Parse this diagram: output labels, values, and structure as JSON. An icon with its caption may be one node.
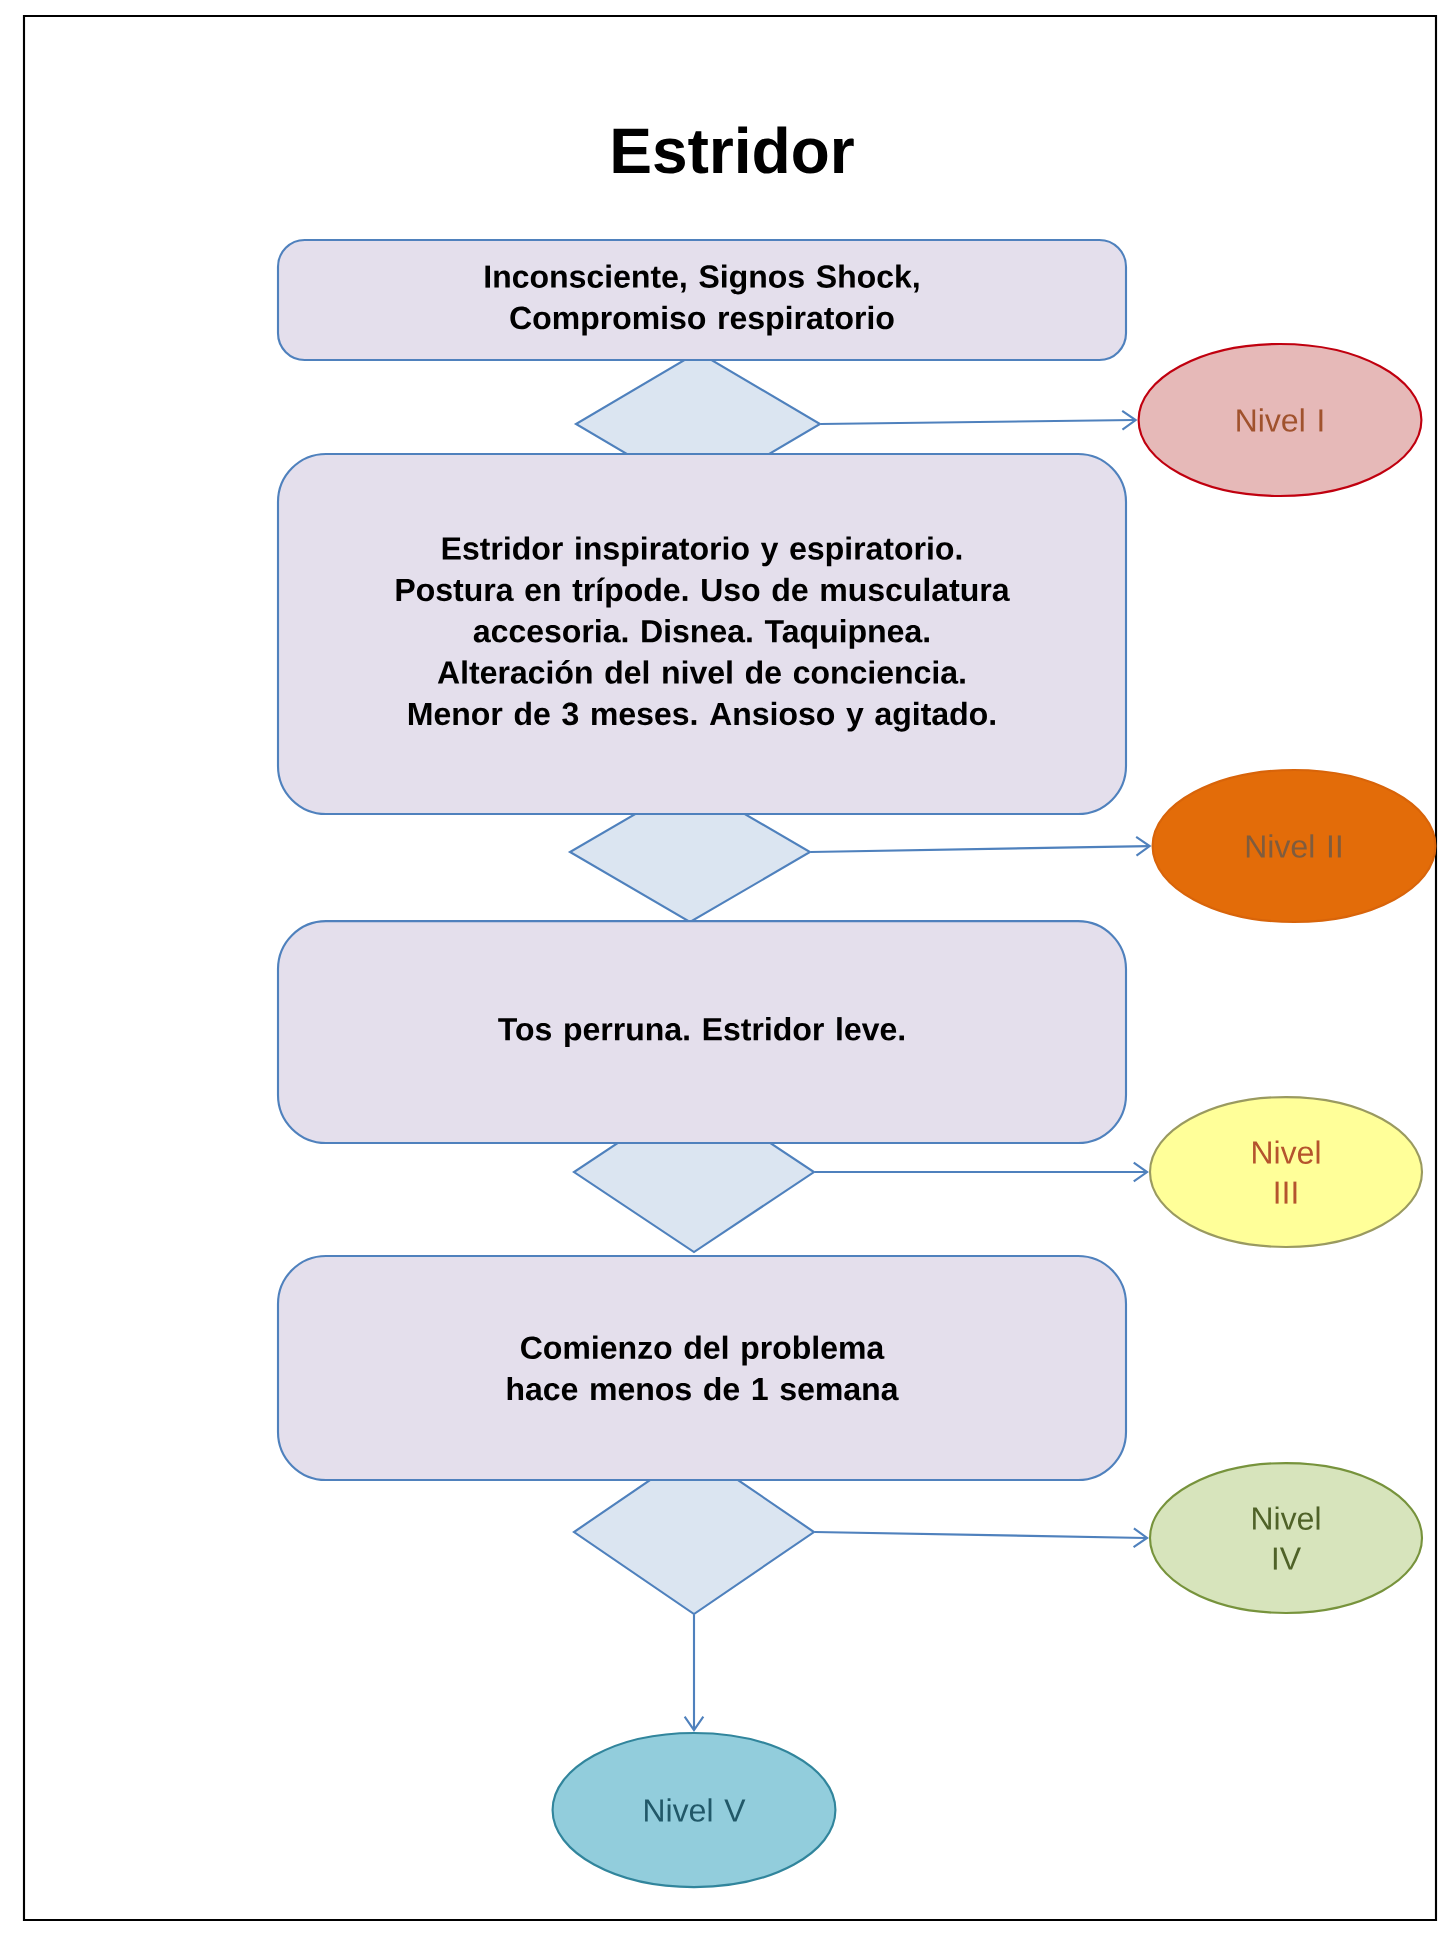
{
  "diagram": {
    "title": "Estridor",
    "nodes": [
      {
        "text": [
          "Inconsciente, Signos Shock, Compromiso respiratorio"
        ]
      },
      {
        "text": [],
        "shape": "diamond"
      },
      {
        "text": [
          "Nivel I"
        ]
      },
      {
        "text": [
          "Estridor inspiratorio y espiratorio. Postura en trípode. Uso de musculatura accesoria. Disnea. Taquipnea. Alteración del nivel de conciencia. Menor de 3 meses. Ansioso y agitado."
        ]
      },
      {
        "text": [],
        "shape": "diamond"
      },
      {
        "text": [
          "Nivel II"
        ]
      },
      {
        "text": [
          "Tos perruna. Estridor leve."
        ]
      },
      {
        "text": [],
        "shape": "diamond"
      },
      {
        "text": [
          "Nivel III"
        ]
      },
      {
        "text": [
          "Comienzo del problema hace menos de 1 semana"
        ]
      },
      {
        "text": [],
        "shape": "diamond"
      },
      {
        "text": [
          "Nivel IV"
        ]
      },
      {
        "text": [
          "Nivel V"
        ]
      }
    ],
    "edges": [
      {
        "from": 1,
        "to": 2,
        "arrow": "to"
      },
      {
        "from": 4,
        "to": 5,
        "arrow": "to"
      },
      {
        "from": 7,
        "to": 8,
        "arrow": "to"
      },
      {
        "from": 10,
        "to": 11,
        "arrow": "to"
      },
      {
        "from": 10,
        "to": 12,
        "arrow": "to"
      }
    ]
  }
}
